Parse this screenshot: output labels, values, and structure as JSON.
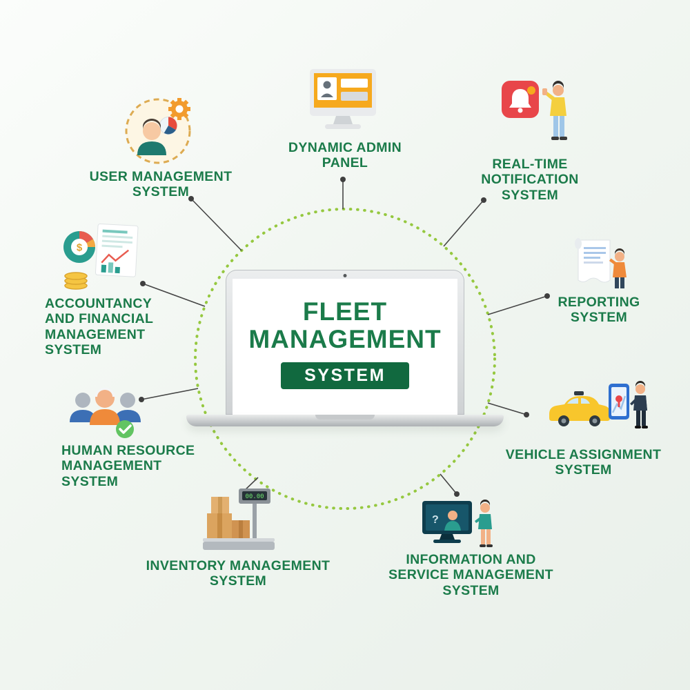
{
  "title": "Fleet Management System Diagram",
  "colors": {
    "label_green": "#1b7b4a",
    "badge_green": "#11693f",
    "dotted_circle_green": "#95c83f",
    "connector_gray": "#454545",
    "background_tint": "#edf3ee"
  },
  "center": {
    "title_line1": "FLEET",
    "title_line2": "MANAGEMENT",
    "badge": "SYSTEM"
  },
  "modules": [
    {
      "id": "user-management",
      "label": "USER MANAGEMENT\nSYSTEM",
      "icon": "user-gear-pie-icon"
    },
    {
      "id": "dynamic-admin-panel",
      "label": "DYNAMIC ADMIN\nPANEL",
      "icon": "admin-monitor-icon"
    },
    {
      "id": "real-time-notification",
      "label": "REAL-TIME\nNOTIFICATION\nSYSTEM",
      "icon": "notification-bell-person-icon"
    },
    {
      "id": "accountancy-financial",
      "label": "ACCOUNTANCY\nAND FINANCIAL\nMANAGEMENT\nSYSTEM",
      "icon": "finance-document-coins-icon",
      "dollar_sign": "$"
    },
    {
      "id": "reporting",
      "label": "REPORTING\nSYSTEM",
      "icon": "report-scroll-person-icon"
    },
    {
      "id": "human-resource",
      "label": "HUMAN RESOURCE\nMANAGEMENT\nSYSTEM",
      "icon": "team-check-icon"
    },
    {
      "id": "vehicle-assignment",
      "label": "VEHICLE ASSIGNMENT\nSYSTEM",
      "icon": "taxi-map-person-icon"
    },
    {
      "id": "inventory-management",
      "label": "INVENTORY MANAGEMENT\nSYSTEM",
      "icon": "scale-boxes-icon",
      "scale_display": "00.00"
    },
    {
      "id": "information-service",
      "label": "INFORMATION AND\nSERVICE MANAGEMENT\nSYSTEM",
      "icon": "support-screen-person-icon",
      "question_mark": "?"
    }
  ]
}
